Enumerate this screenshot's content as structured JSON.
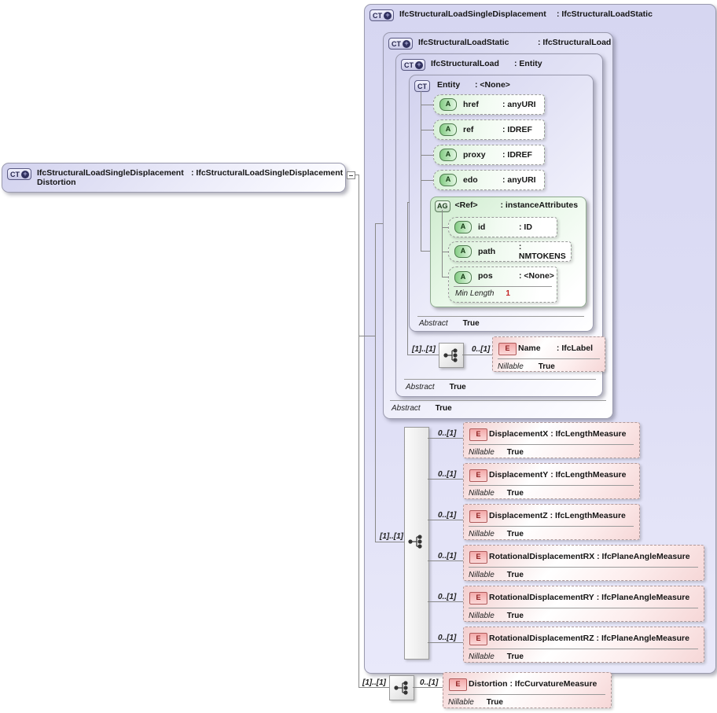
{
  "icons": {
    "ct": "CT",
    "a": "A",
    "ag": "AG",
    "e": "E",
    "plus": "+"
  },
  "derived_box": {
    "name": "IfcStructuralLoadSingleDisplacementDistortion",
    "type": ": IfcStructuralLoadSingleDisplacement"
  },
  "main_box": {
    "title": {
      "name": "IfcStructuralLoadSingleDisplacement",
      "type": ": IfcStructuralLoadStatic"
    },
    "static_box": {
      "title": {
        "name": "IfcStructuralLoadStatic",
        "type": ": IfcStructuralLoad"
      },
      "abstract": {
        "label": "Abstract",
        "value": "True"
      },
      "load_box": {
        "title": {
          "name": "IfcStructuralLoad",
          "type": ": Entity"
        },
        "abstract": {
          "label": "Abstract",
          "value": "True"
        },
        "entity_box": {
          "title": {
            "name": "Entity",
            "type": ": <None>"
          },
          "abstract": {
            "label": "Abstract",
            "value": "True"
          },
          "attributes": [
            {
              "name": "href",
              "type": ": anyURI"
            },
            {
              "name": "ref",
              "type": ": IDREF"
            },
            {
              "name": "proxy",
              "type": ": IDREF"
            },
            {
              "name": "edo",
              "type": ": anyURI"
            }
          ],
          "ref_group": {
            "title": {
              "name": "<Ref>",
              "type": ": instanceAttributes"
            },
            "attributes": [
              {
                "name": "id",
                "type": ": ID"
              },
              {
                "name": "path",
                "type": ": NMTOKENS"
              },
              {
                "name": "pos",
                "type": ": <None>",
                "facet_label": "Min Length",
                "facet_value": "1"
              }
            ]
          }
        },
        "name_sequence": {
          "occurs": "[1]..[1]",
          "element_occurs": "0..[1]",
          "element": {
            "name": "Name",
            "type": ": IfcLabel",
            "nillable_label": "Nillable",
            "nillable_value": "True"
          }
        }
      }
    },
    "content_sequence": {
      "occurs": "[1]..[1]",
      "elements": [
        {
          "occurs": "0..[1]",
          "name": "DisplacementX",
          "type": ": IfcLengthMeasure",
          "nillable_label": "Nillable",
          "nillable_value": "True"
        },
        {
          "occurs": "0..[1]",
          "name": "DisplacementY",
          "type": ": IfcLengthMeasure",
          "nillable_label": "Nillable",
          "nillable_value": "True"
        },
        {
          "occurs": "0..[1]",
          "name": "DisplacementZ",
          "type": ": IfcLengthMeasure",
          "nillable_label": "Nillable",
          "nillable_value": "True"
        },
        {
          "occurs": "0..[1]",
          "name": "RotationalDisplacementRX",
          "type": ": IfcPlaneAngleMeasure",
          "nillable_label": "Nillable",
          "nillable_value": "True"
        },
        {
          "occurs": "0..[1]",
          "name": "RotationalDisplacementRY",
          "type": ": IfcPlaneAngleMeasure",
          "nillable_label": "Nillable",
          "nillable_value": "True"
        },
        {
          "occurs": "0..[1]",
          "name": "RotationalDisplacementRZ",
          "type": ": IfcPlaneAngleMeasure",
          "nillable_label": "Nillable",
          "nillable_value": "True"
        }
      ]
    }
  },
  "distortion_sequence": {
    "occurs": "[1]..[1]",
    "element_occurs": "0..[1]",
    "element": {
      "name": "Distortion",
      "type": ": IfcCurvatureMeasure",
      "nillable_label": "Nillable",
      "nillable_value": "True"
    }
  }
}
